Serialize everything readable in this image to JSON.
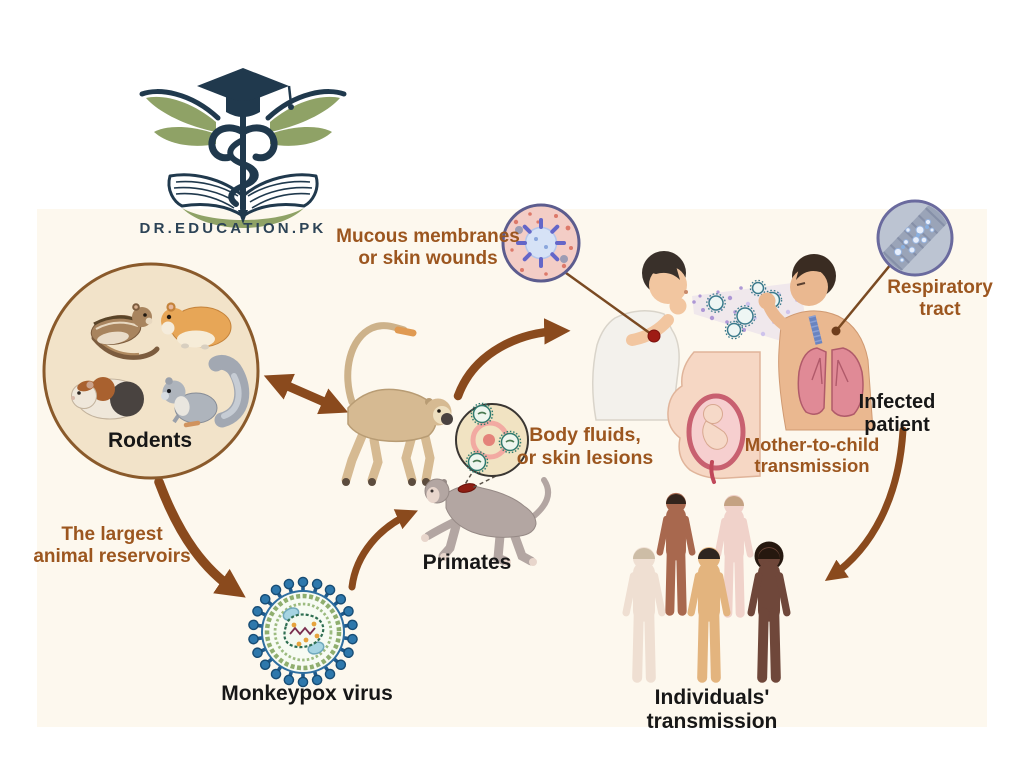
{
  "brand": "DR.EDUCATION.PK",
  "labels": {
    "rodents": "Rodents",
    "primates": "Primates",
    "monkeypox_virus": "Monkeypox virus",
    "infected_patient": "Infected patient",
    "individuals_transmission": "Individuals'\ntransmission",
    "largest_reservoirs": "The largest\nanimal reservoirs",
    "mucous_membranes": "Mucous membranes\nor skin wounds",
    "respiratory_tract": "Respiratory\ntract",
    "mother_to_child": "Mother-to-child\ntransmission",
    "body_fluids": "Body fluids,\nor skin lesions"
  },
  "colors": {
    "panel_background": "#fdf8ee",
    "arrow_brown": "#8a4a1d",
    "annotation_text": "#9c561f",
    "heading_text": "#171717",
    "logo_navy": "#20394d",
    "logo_green": "#8fa266",
    "rodent_circle_fill": "#f2e3c9",
    "rodent_circle_border": "#8a5a2b",
    "virus_blue": "#2e78ac",
    "lesion_red": "#9e1b14"
  }
}
